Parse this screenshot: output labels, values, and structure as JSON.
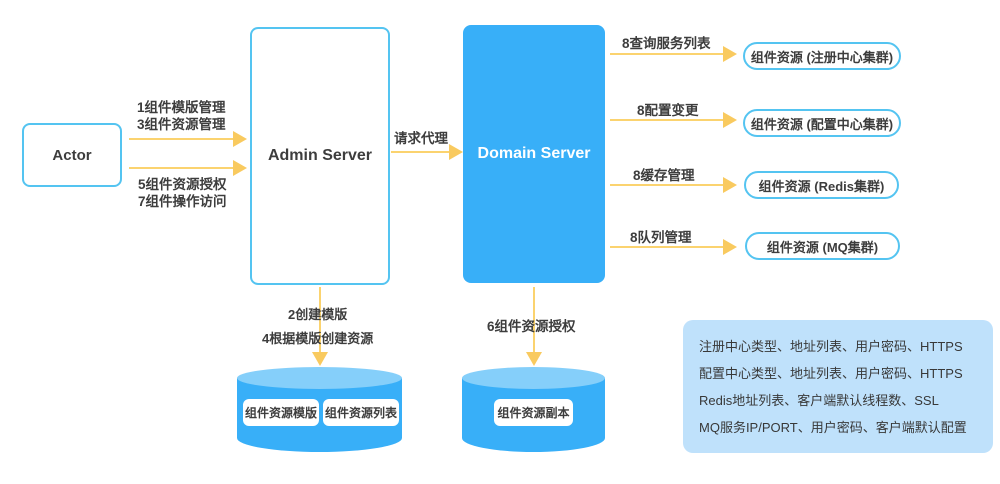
{
  "colors": {
    "blue": "#38AFF8",
    "border_blue": "#54C4F1",
    "cylinder_top": "#85CFFA",
    "arrow_line": "#FBD36F",
    "arrow_head": "#F9CA5F",
    "info_bg": "#BFE1FB",
    "ink": "#3D3D3D"
  },
  "actor": {
    "label": "Actor"
  },
  "admin_server": {
    "label": "Admin Server"
  },
  "domain_server": {
    "label": "Domain Server"
  },
  "actor_to_admin": {
    "top_labels": [
      "1组件模版管理",
      "3组件资源管理"
    ],
    "bottom_labels": [
      "5组件资源授权",
      "7组件操作访问"
    ]
  },
  "admin_to_domain": {
    "label": "请求代理"
  },
  "domain_arrows": [
    {
      "label": "8查询服务列表",
      "target": "组件资源 (注册中心集群)"
    },
    {
      "label": "8配置变更",
      "target": "组件资源 (配置中心集群)"
    },
    {
      "label": "8缓存管理",
      "target": "组件资源 (Redis集群)"
    },
    {
      "label": "8队列管理",
      "target": "组件资源 (MQ集群)"
    }
  ],
  "admin_down": {
    "labels": [
      "2创建模版",
      "4根据模版创建资源"
    ]
  },
  "domain_down": {
    "label": "6组件资源授权"
  },
  "left_cylinder": {
    "items": [
      "组件资源模版",
      "组件资源列表"
    ]
  },
  "middle_cylinder": {
    "items": [
      "组件资源副本"
    ]
  },
  "info_box": {
    "lines": [
      "注册中心类型、地址列表、用户密码、HTTPS",
      "配置中心类型、地址列表、用户密码、HTTPS",
      "Redis地址列表、客户端默认线程数、SSL",
      "MQ服务IP/PORT、用户密码、客户端默认配置"
    ]
  }
}
